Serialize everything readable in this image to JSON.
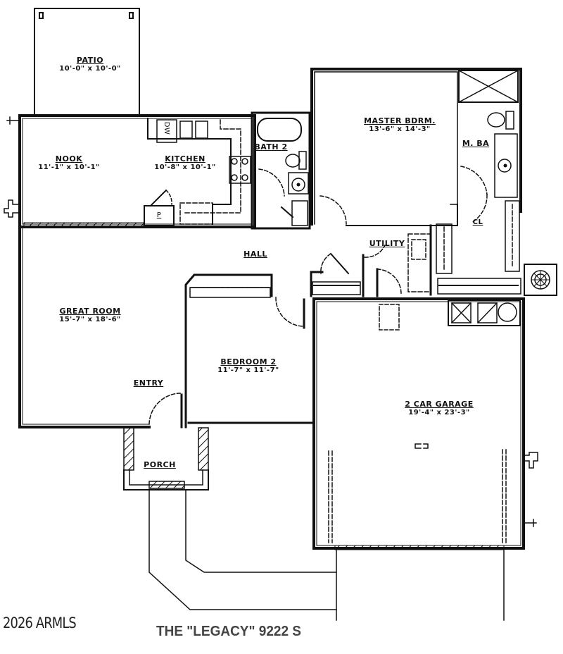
{
  "plan": {
    "title": "THE \"LEGACY\"  9222 S",
    "watermark": "2026 ARMLS",
    "colors": {
      "line": "#111111",
      "background": "#ffffff",
      "caption": "#444444"
    }
  },
  "rooms": {
    "patio": {
      "name": "PATIO",
      "dim": "10'-0\" x 10'-0\""
    },
    "nook": {
      "name": "NOOK",
      "dim": "11'-1\" x 10'-1\""
    },
    "kitchen": {
      "name": "KITCHEN",
      "dim": "10'-8\" x 10'-1\""
    },
    "bath2": {
      "name": "BATH 2"
    },
    "master_bdrm": {
      "name": "MASTER BDRM.",
      "dim": "13'-6\" x 14'-3\""
    },
    "master_bath": {
      "name": "M. BA"
    },
    "closet": {
      "name": "CL"
    },
    "utility": {
      "name": "UTILITY"
    },
    "hall": {
      "name": "HALL"
    },
    "great_room": {
      "name": "GREAT ROOM",
      "dim": "15'-7\" x 18'-6\""
    },
    "bedroom2": {
      "name": "BEDROOM 2",
      "dim": "11'-7\" x 11'-7\""
    },
    "entry": {
      "name": "ENTRY"
    },
    "porch": {
      "name": "PORCH"
    },
    "garage": {
      "name": "2 CAR GARAGE",
      "dim": "19'-4\" x 23'-3\""
    }
  },
  "fixtures": {
    "dishwasher": "DW",
    "pantry": "P"
  }
}
